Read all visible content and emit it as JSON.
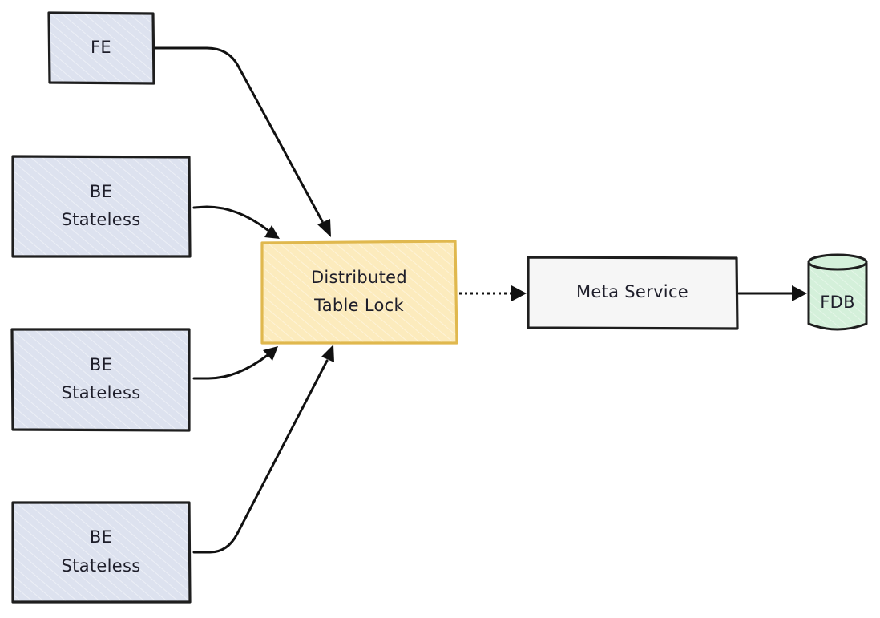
{
  "nodes": {
    "fe": {
      "label": "FE"
    },
    "be1": {
      "line1": "BE",
      "line2": "Stateless"
    },
    "be2": {
      "line1": "BE",
      "line2": "Stateless"
    },
    "be3": {
      "line1": "BE",
      "line2": "Stateless"
    },
    "lock": {
      "line1": "Distributed",
      "line2": "Table Lock"
    },
    "meta": {
      "label": "Meta Service"
    },
    "fdb": {
      "label": "FDB"
    }
  },
  "colors": {
    "client_fill": "#dde2ef",
    "client_hatch": "#c4cbe0",
    "lock_fill": "#fcebbd",
    "lock_stroke": "#e0b84e",
    "lock_hatch": "#f3d98e",
    "meta_fill": "#f6f6f6",
    "db_fill": "#d4f0da",
    "db_hatch": "#b8e3c2",
    "stroke": "#1e1e1e"
  },
  "edges": [
    {
      "from": "fe",
      "to": "lock",
      "style": "solid"
    },
    {
      "from": "be1",
      "to": "lock",
      "style": "solid"
    },
    {
      "from": "be2",
      "to": "lock",
      "style": "solid"
    },
    {
      "from": "be3",
      "to": "lock",
      "style": "solid"
    },
    {
      "from": "lock",
      "to": "meta",
      "style": "dotted"
    },
    {
      "from": "meta",
      "to": "fdb",
      "style": "solid"
    }
  ]
}
